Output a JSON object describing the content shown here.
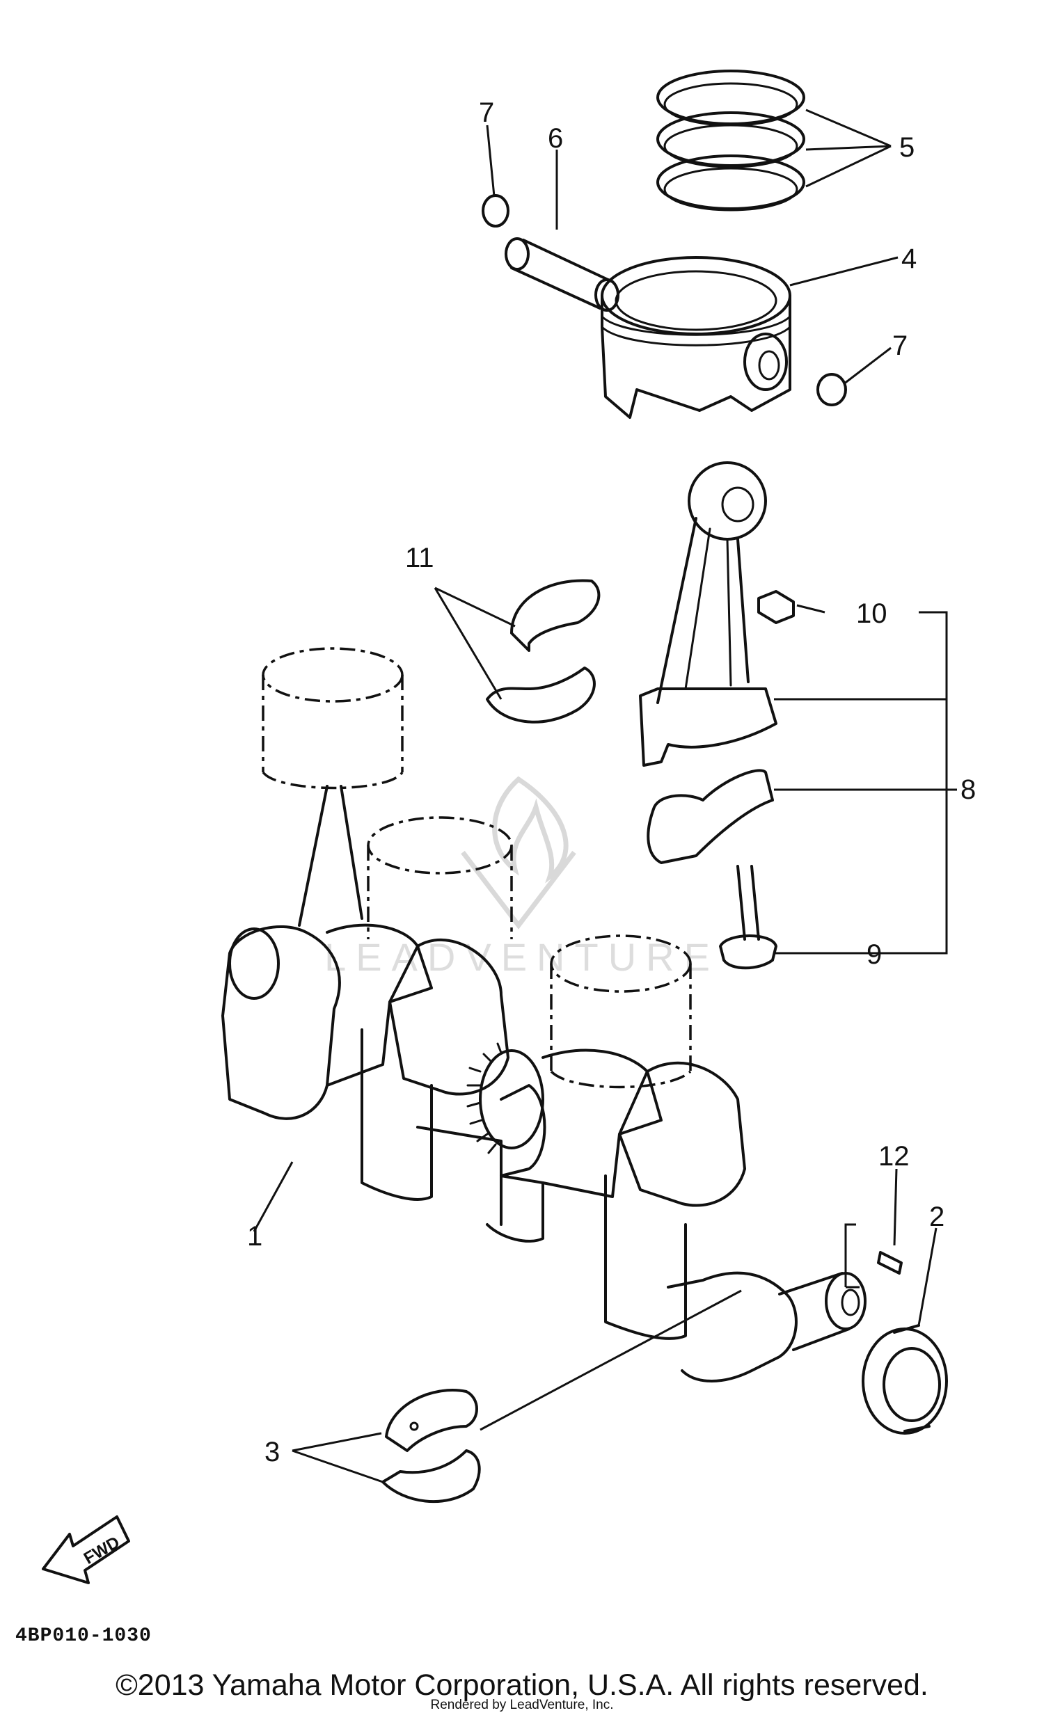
{
  "diagram": {
    "code": "4BP010-1030",
    "fwd_label": "FWD",
    "watermark_text": "LEADVENTURE",
    "callouts": [
      "1",
      "2",
      "3",
      "4",
      "5",
      "6",
      "7",
      "7",
      "8",
      "9",
      "10",
      "11",
      "12"
    ]
  },
  "footer": {
    "copyright": "©2013 Yamaha Motor Corporation, U.S.A. All rights reserved.",
    "rendered_by": "Rendered by LeadVenture, Inc."
  }
}
